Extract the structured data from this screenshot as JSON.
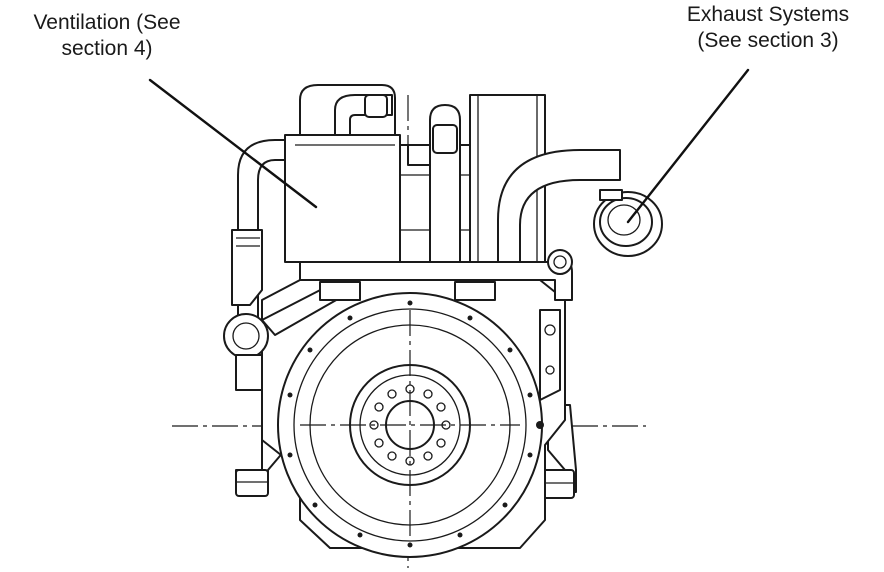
{
  "figure": {
    "subject": "engine-front-elevation-line-drawing"
  },
  "callouts": {
    "ventilation": {
      "line1": "Ventilation (See",
      "line2": "section 4)"
    },
    "exhaust": {
      "line1": "Exhaust Systems",
      "line2": "(See section 3)"
    }
  }
}
